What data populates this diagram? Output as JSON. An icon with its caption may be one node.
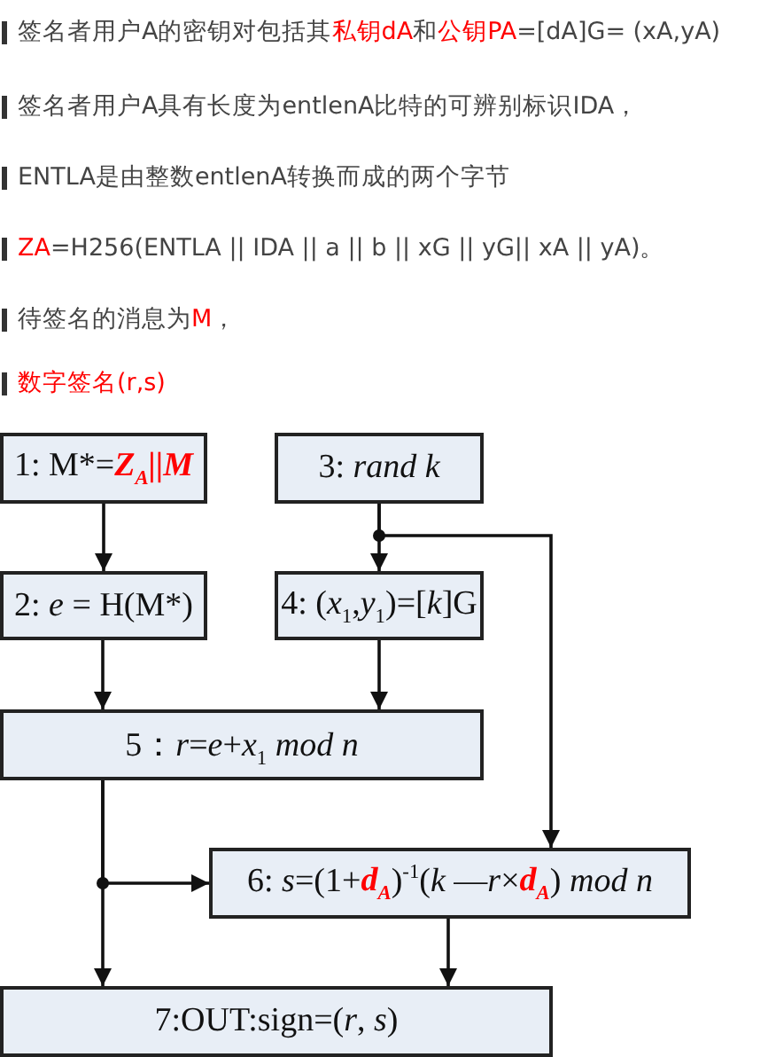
{
  "diagram": {
    "nodes": [
      {
        "text": [
          "1: M*=**Z$_{A}$||M**"
        ]
      },
      {
        "text": [
          "2: *e* = H(M*)"
        ]
      },
      {
        "text": [
          "3: *rand k*"
        ]
      },
      {
        "text": [
          "4: (*x*$_{1}$,*y*$_{1}$)=[*k*]G"
        ]
      },
      {
        "text": [
          "5：*r*=*e*+*x*$_{1}$ *mod n*"
        ]
      },
      {
        "text": [
          "6: *s*=(1+**d$_{A}$**)$^{-1}$(*k* —*r*×**d$_{A}$**) *mod n*"
        ]
      },
      {
        "text": [
          "7:OUT:sign=(*r*, *s*)"
        ]
      }
    ],
    "edges": [
      {
        "from": 0,
        "to": 1,
        "arrow": "to"
      },
      {
        "from": 2,
        "to": 3,
        "arrow": "to"
      },
      {
        "from": 2,
        "to": 5,
        "arrow": "to"
      },
      {
        "from": 1,
        "to": 4,
        "arrow": "to"
      },
      {
        "from": 3,
        "to": 4,
        "arrow": "to"
      },
      {
        "from": 4,
        "to": 6,
        "arrow": "to"
      },
      {
        "from": 4,
        "to": 5,
        "arrow": "to"
      },
      {
        "from": 5,
        "to": 6,
        "arrow": "to"
      }
    ],
    "labels": [
      "签名者用户A的密钥对包括其**私钥dA**和**公钥PA**=[dA]G= (xA,yA)",
      "签名者用户A具有长度为entlenA比特的可辨别标识IDA，",
      "ENTLA是由整数entlenA转换而成的两个字节",
      "**ZA**=H256(ENTLA || IDA || a || b || xG || yG|| xA || yA)。",
      "待签名的消息为**M**，",
      "数字签名(r,s)"
    ]
  }
}
